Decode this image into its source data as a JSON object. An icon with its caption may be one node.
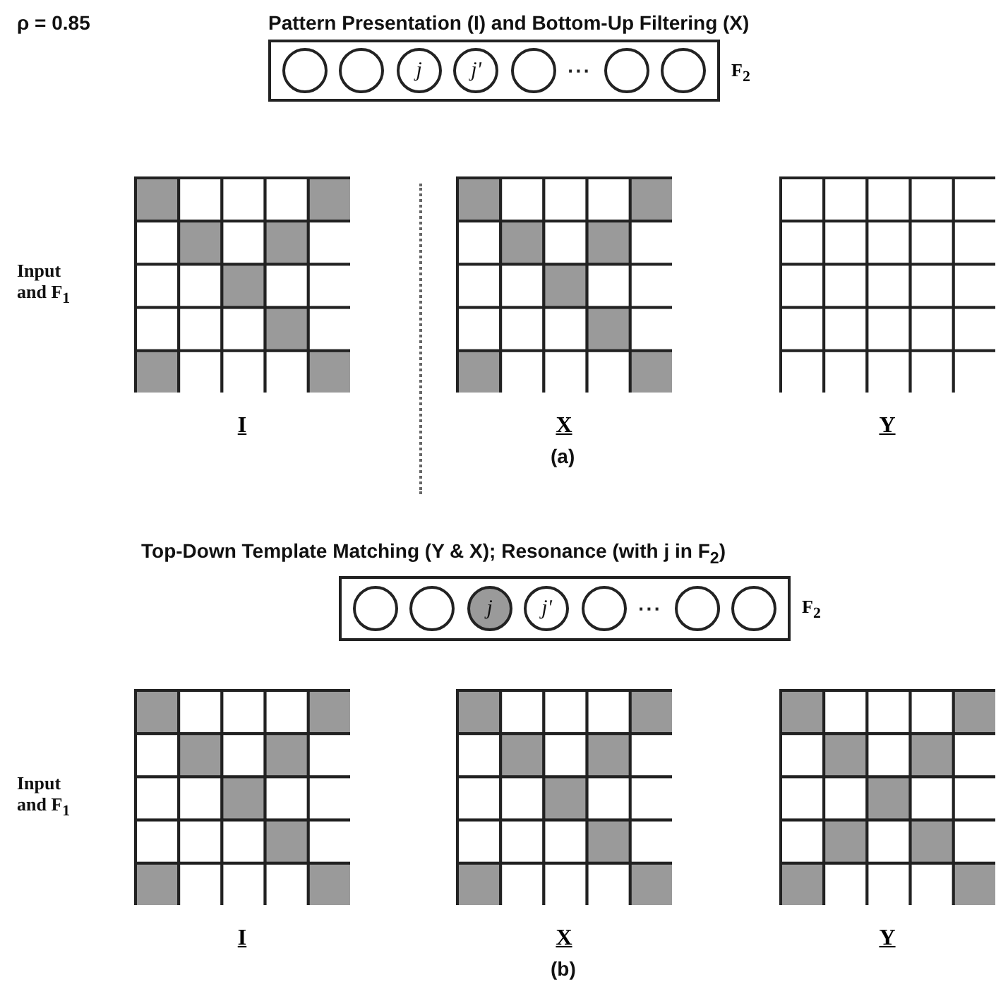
{
  "diagram": {
    "title": "Pattern Presentation (I) and Bottom-Up Filtering (X)",
    "nodes": [
      {
        "text": [],
        "shape": "box",
        "beside": [
          "F$_{2}$"
        ]
      },
      {
        "text": [],
        "shape": "circle",
        "in": 0
      },
      {
        "text": [],
        "shape": "circle",
        "in": 0
      },
      {
        "text": [
          "j"
        ],
        "in": 0
      },
      {
        "text": [
          "j'"
        ],
        "in": 0
      },
      {
        "text": [],
        "shape": "circle",
        "in": 0
      },
      {
        "text": [],
        "shape": "circle",
        "in": 0
      },
      {
        "text": [],
        "shape": "circle",
        "in": 0
      },
      {
        "text": [],
        "shape": "box",
        "beside": [
          "I"
        ]
      },
      {
        "text": [],
        "shape": "box",
        "beside": [
          "X"
        ]
      },
      {
        "text": [],
        "shape": "box",
        "beside": [
          "Y"
        ]
      },
      {
        "text": [],
        "shape": "box",
        "beside": [
          "F$_{2}$"
        ]
      },
      {
        "text": [],
        "shape": "circle",
        "in": 11
      },
      {
        "text": [],
        "shape": "circle",
        "in": 11
      },
      {
        "text": [
          "j"
        ],
        "in": 11
      },
      {
        "text": [
          "j'"
        ],
        "in": 11
      },
      {
        "text": [],
        "shape": "circle",
        "in": 11
      },
      {
        "text": [],
        "shape": "circle",
        "in": 11
      },
      {
        "text": [],
        "shape": "circle",
        "in": 11
      },
      {
        "text": [],
        "shape": "box",
        "beside": [
          "I"
        ]
      },
      {
        "text": [],
        "shape": "box",
        "beside": [
          "X"
        ]
      },
      {
        "text": [],
        "shape": "box",
        "beside": [
          "Y"
        ]
      }
    ],
    "labels": [
      "ρ = 0.85",
      "···",
      "Input and F$_{1}$",
      "(a)",
      "Top-Down Template Matching (Y & X); Resonance (with j in F$_{2}$)",
      "···",
      "Input and F$_{1}$",
      "(b)"
    ]
  }
}
